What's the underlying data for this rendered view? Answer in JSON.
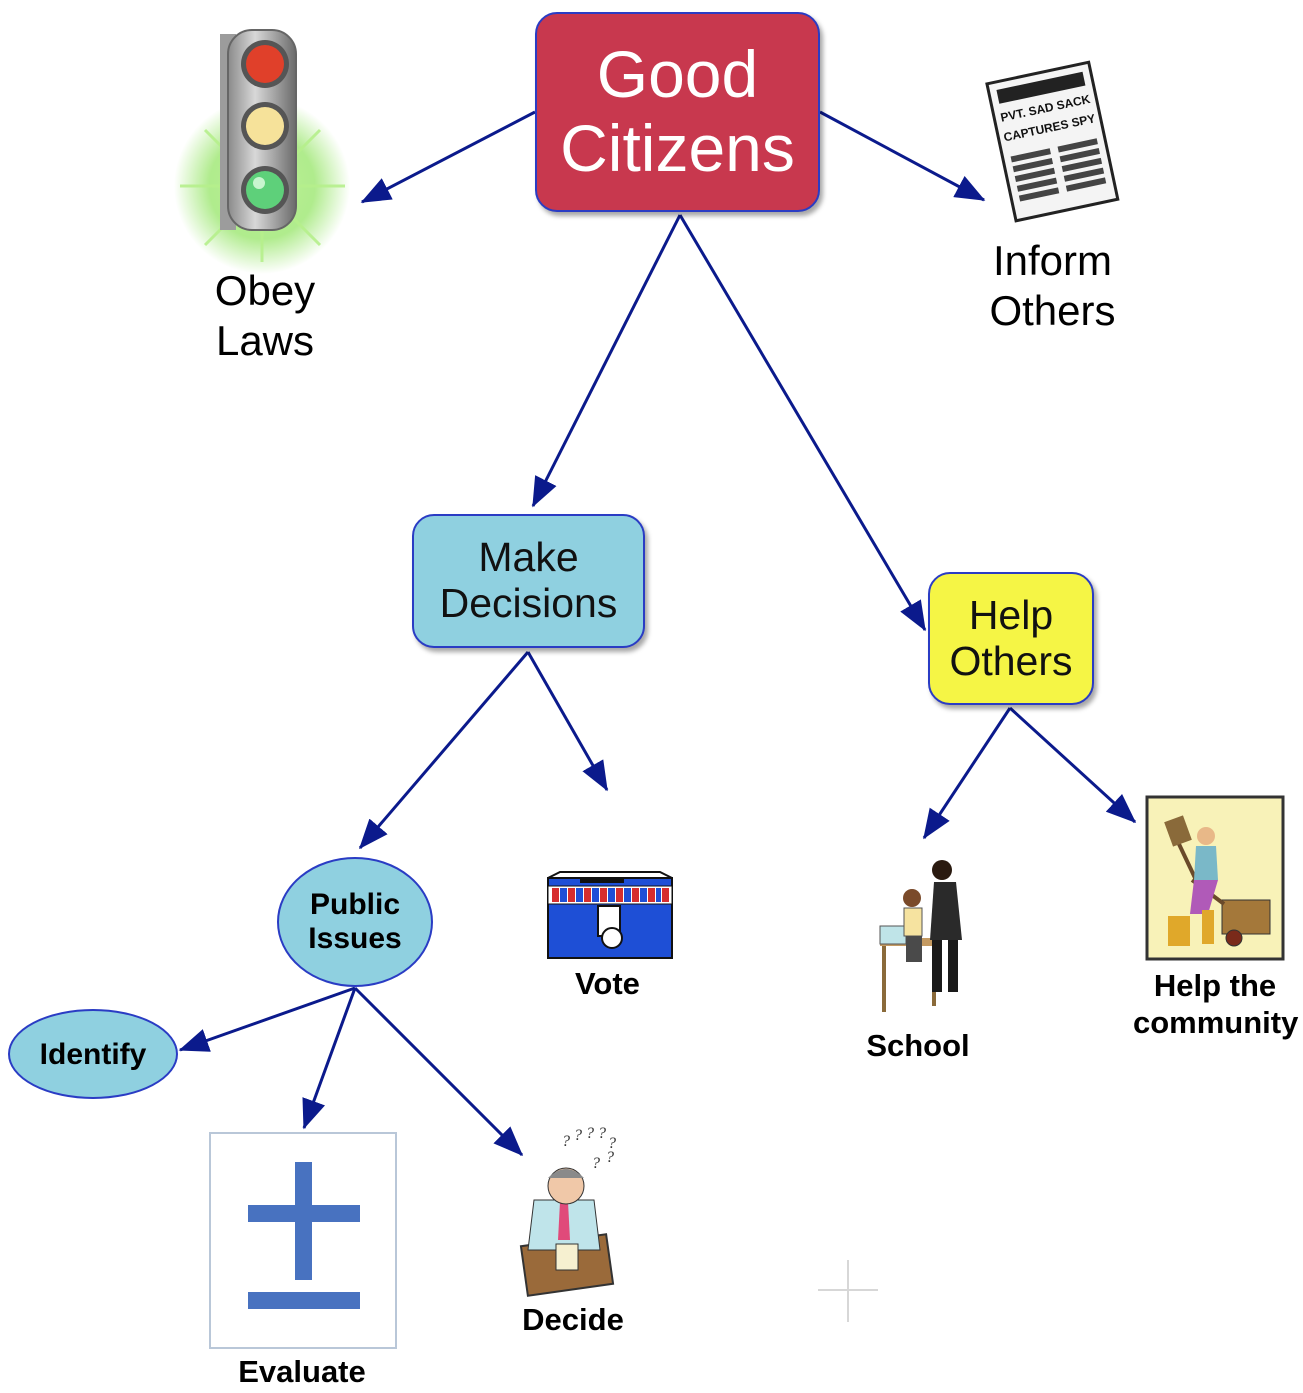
{
  "colors": {
    "arrow": "#0b1a8c",
    "good_citizens_fill": "#c8384e",
    "make_decisions_fill": "#8fd0e0",
    "help_others_fill": "#f5f545",
    "public_issues_fill": "#8fd0e0",
    "identify_fill": "#8fd0e0",
    "node_border": "#2a3cc4"
  },
  "nodes": {
    "good_citizens": [
      "Good",
      "Citizens"
    ],
    "make_decisions": [
      "Make",
      "Decisions"
    ],
    "help_others": [
      "Help",
      "Others"
    ],
    "public_issues": [
      "Public",
      "Issues"
    ],
    "identify": "Identify"
  },
  "labels": {
    "obey_laws": [
      "Obey",
      "Laws"
    ],
    "inform_others": [
      "Inform",
      "Others"
    ],
    "vote": "Vote",
    "school": "School",
    "help_community": [
      "Help the",
      "community"
    ],
    "evaluate": "Evaluate",
    "decide": "Decide"
  },
  "newspaper_headline": [
    "PVT. SAD SACK",
    "CAPTURES SPY"
  ],
  "icons": [
    "traffic-light-icon",
    "newspaper-icon",
    "ballot-box-icon",
    "teacher-student-icon",
    "worker-cart-icon",
    "plus-minus-icon",
    "thinking-person-icon"
  ]
}
